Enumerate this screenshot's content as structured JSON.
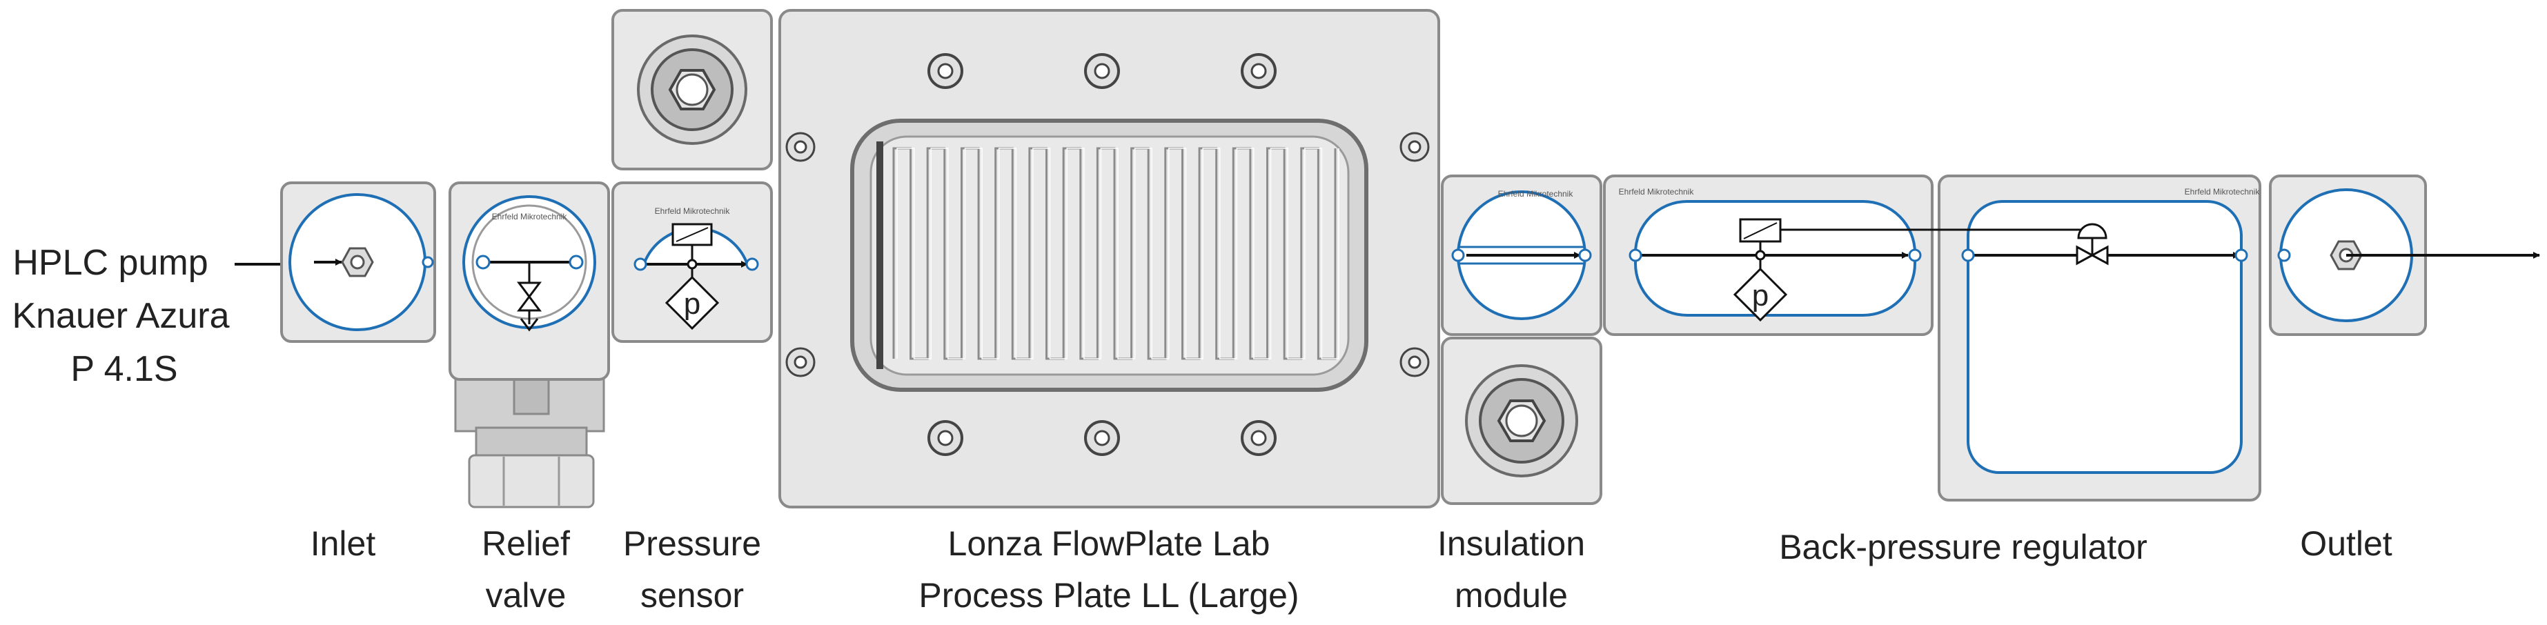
{
  "source_label": {
    "line1": "HPLC pump",
    "line2": "Knauer Azura",
    "line3": "P 4.1S"
  },
  "modules": {
    "inlet": {
      "label": "Inlet"
    },
    "relief_valve": {
      "line1": "Relief",
      "line2": "valve"
    },
    "pressure_sensor": {
      "line1": "Pressure",
      "line2": "sensor",
      "symbol": "p"
    },
    "flowplate": {
      "line1": "Lonza FlowPlate Lab",
      "line2": "Process Plate LL (Large)"
    },
    "insulation": {
      "line1": "Insulation",
      "line2": "module"
    },
    "bpr": {
      "label": "Back-pressure regulator",
      "symbol": "p"
    },
    "outlet": {
      "label": "Outlet"
    }
  },
  "engraving": "Ehrfeld Mikrotechnik",
  "colors": {
    "channel_blue": "#1f6fb5",
    "housing_fill": "#e6e6e6",
    "housing_stroke": "#8a8a8a",
    "arrow": "#111111"
  }
}
